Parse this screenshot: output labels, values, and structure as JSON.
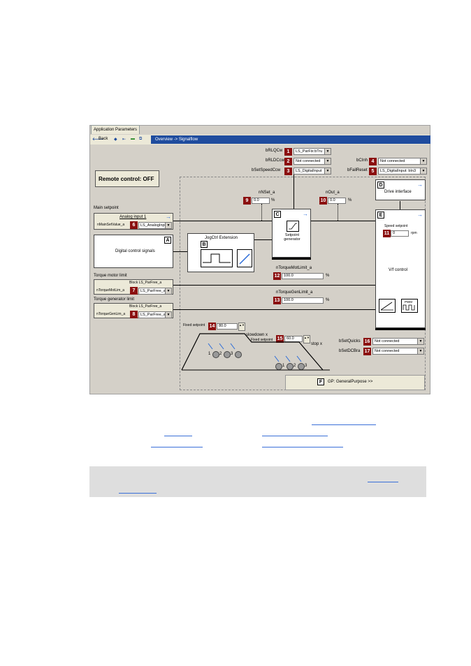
{
  "window": {
    "tab_label": "Application Parameters",
    "back_label": "Back",
    "breadcrumb": "Overview -> Signalflow"
  },
  "remote_control": "Remote control: OFF",
  "inputs": [
    {
      "num": "1",
      "label": "bRLQCw",
      "value": "LS_ParFix:bTru"
    },
    {
      "num": "2",
      "label": "bRLDCcw",
      "value": "Not connected"
    },
    {
      "num": "3",
      "label": "bSetSpeedCcw",
      "value": "LS_DigitalInput"
    },
    {
      "num": "4",
      "label": "bCInh",
      "value": "Not connected"
    },
    {
      "num": "5",
      "label": "bFailReset",
      "value": "LS_DigitalInput: bIn3"
    }
  ],
  "main_setpoint": {
    "title": "Main setpoint",
    "link": "Analog input 1",
    "param_label": "nMainSetValue_a",
    "num": "6",
    "value": "LS_AnalogInput"
  },
  "digital_control": {
    "label": "Digital control signals",
    "letter": "A"
  },
  "torque_motor": {
    "title": "Torque motor limit",
    "link": "Block LS_ParFree_a",
    "param_label": "nTorqueMotLim_a",
    "num": "7",
    "value": "LS_ParFree_a:n"
  },
  "torque_gen": {
    "title": "Torque generator limit",
    "link": "Block LS_ParFree_a",
    "param_label": "nTorqueGenLim_a",
    "num": "8",
    "value": "LS_ParFree_a:n"
  },
  "jogctrl": {
    "title": "JogCtrl Extension",
    "letter": "B"
  },
  "nset": {
    "label": "nNSet_a",
    "num": "9",
    "value": "0.0",
    "unit": "%"
  },
  "nout": {
    "label": "nOut_a",
    "num": "10",
    "value": "0.0",
    "unit": "%"
  },
  "setpoint_gen": {
    "letter": "C",
    "label": "Setpoint generator"
  },
  "drive_interface": {
    "letter": "D",
    "label": "Drive interface"
  },
  "vf_control": {
    "letter": "E",
    "label": "V/f control",
    "speed_label": "Speed setpoint",
    "num": "11",
    "value": "0",
    "unit": "rpm",
    "pwm_label": "PWM"
  },
  "motlimit": {
    "label": "nTorqueMotLimit_a",
    "num": "12",
    "value": "100.0",
    "unit": "%"
  },
  "genlimit": {
    "label": "nTorqueGenLimit_a",
    "num": "13",
    "value": "100.0",
    "unit": "%"
  },
  "fixed1": {
    "label": "Fixed setpoint",
    "num": "14",
    "value": "80.0"
  },
  "fixed2": {
    "label": "Fixed setpoint",
    "num": "15",
    "value": "60.0"
  },
  "slowdown_label": "slowdown x",
  "stop_label": "stop x",
  "switches1": [
    "1",
    "2",
    "3"
  ],
  "switches2": [
    "1",
    "2",
    "3"
  ],
  "quick": {
    "label": "bSetQuicks",
    "num": "16",
    "value": "Not connected"
  },
  "dcbrake": {
    "label": "bSetDCBra",
    "num": "17",
    "value": "Not connected"
  },
  "general_purpose": {
    "letter": "F",
    "label": "GP: GeneralPurpose >>"
  },
  "colors": {
    "badge": "#8b1010",
    "title_bar": "#1f4c9e",
    "panel": "#d4d0c8",
    "link": "#3a6fd8"
  }
}
